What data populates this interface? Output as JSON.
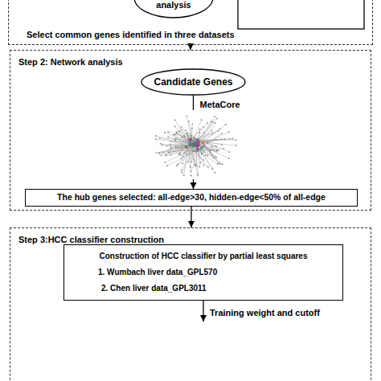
{
  "diagram": {
    "nodes": [
      {
        "text": [
          "Select common genes identified in three datasets"
        ]
      },
      {
        "text": [
          "analysis"
        ],
        "in": 0
      },
      {
        "text": [
          "Step 2: Network analysis"
        ]
      },
      {
        "text": [
          "Candidate Genes"
        ],
        "in": 2
      },
      {
        "text": [
          "The hub genes selected: all-edge>30, hidden-edge<50% of all-edge"
        ],
        "in": 2
      },
      {
        "text": [
          "Step 3:HCC classifier construction"
        ]
      },
      {
        "text": [
          "Construction of HCC classifier by partial least squares",
          "1. Wumbach liver data_GPL570",
          "2. Chen liver data_GPL3011"
        ],
        "in": 5
      }
    ],
    "edges": [
      {
        "from": 0,
        "to": 2,
        "arrow": "to"
      },
      {
        "from": 3,
        "to": 4,
        "arrow": "to",
        "label": "MetaCore"
      },
      {
        "from": 4,
        "to": 5,
        "arrow": "to"
      }
    ],
    "labels": [
      "Training weight and cutoff"
    ]
  }
}
